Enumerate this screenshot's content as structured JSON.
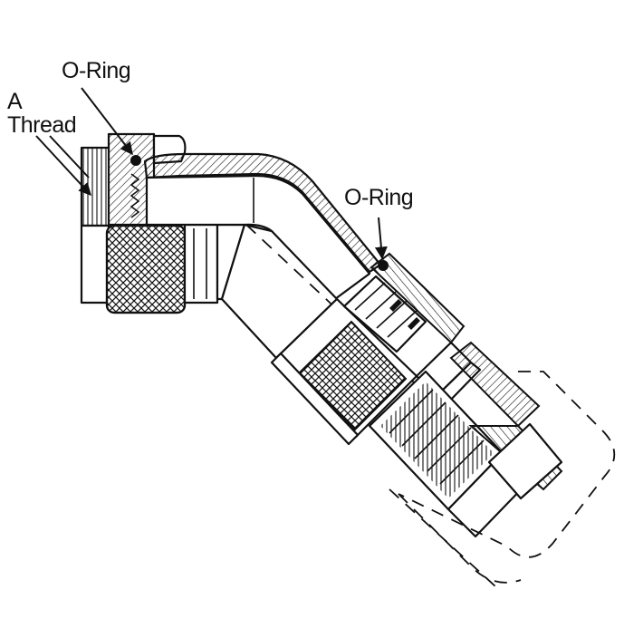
{
  "labels": {
    "a_thread_line1": "A",
    "a_thread_line2": "Thread",
    "o_ring_top": "O-Ring",
    "o_ring_right": "O-Ring"
  },
  "colors": {
    "ink": "#111111",
    "paper": "#ffffff"
  },
  "icons": {
    "o_ring_marker": "filled-circle",
    "leader_arrow": "arrowhead"
  }
}
